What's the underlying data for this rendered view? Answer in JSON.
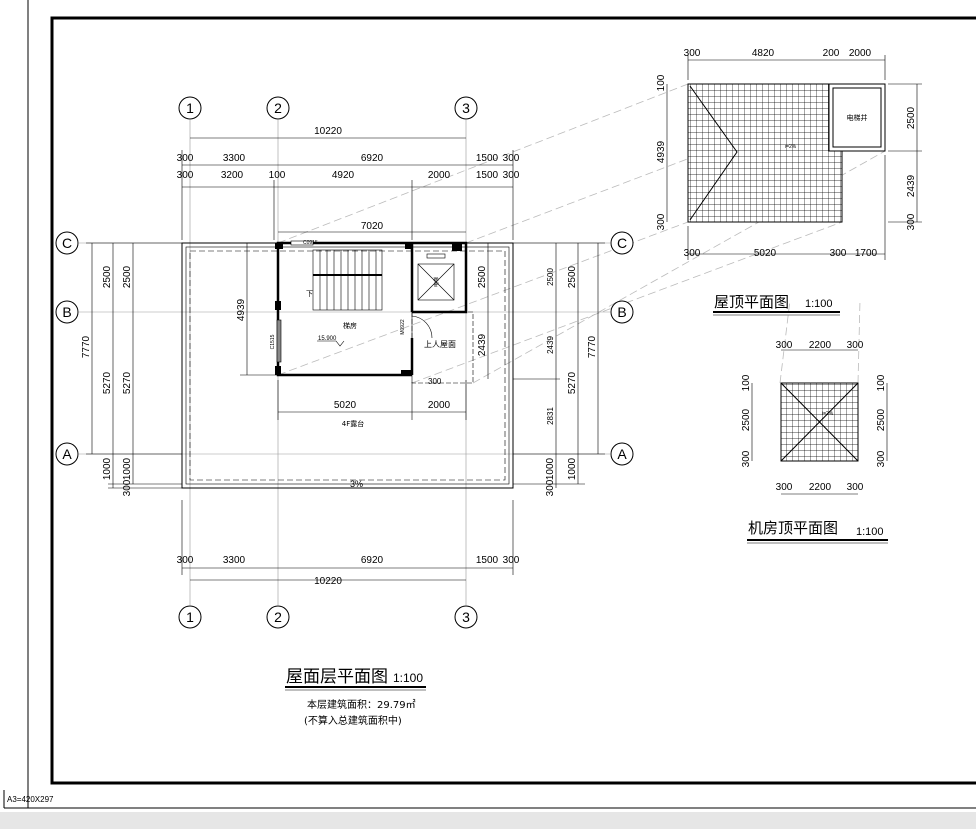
{
  "sheet_label": "A3=420X297",
  "main_plan": {
    "title": "屋面层平面图",
    "scale": "1:100",
    "area_note": "本层建筑面积：29.79㎡",
    "area_note2": "(不算入总建筑面积中)",
    "axes": {
      "a1": "1",
      "a2": "2",
      "a3": "3",
      "A": "A",
      "B": "B",
      "C": "C"
    },
    "dims_top_total": "10220",
    "dims_top_row1": [
      "300",
      "3300",
      "6920",
      "1500",
      "300"
    ],
    "dims_top_row2": [
      "300",
      "3200",
      "100",
      "4920",
      "2000",
      "1500",
      "300"
    ],
    "dim_7020": "7020",
    "dims_left_outer": "7770",
    "dims_left": [
      "2500",
      "5270",
      "1000",
      "300"
    ],
    "dims_left2": [
      "2500",
      "5270",
      "1000"
    ],
    "dims_right": [
      "2500",
      "2439",
      "2831",
      "1000",
      "300"
    ],
    "dims_right2": [
      "2500",
      "5270",
      "1000"
    ],
    "dims_right_outer": "7770",
    "dim_4939": "4939",
    "dim_inner_2500": "2500",
    "dim_inner_2439": "2439",
    "dim_inner_300": "300",
    "dims_inner_bottom": [
      "5020",
      "2000"
    ],
    "dims_bottom_row": [
      "300",
      "3300",
      "6920",
      "1500",
      "300"
    ],
    "dims_bottom_total": "10220",
    "rooms": {
      "stair": "梯房",
      "accessible_roof": "上人屋面",
      "terrace": "4F露台",
      "down": "下",
      "elevation": "15.900",
      "window_top": "C0915",
      "window_left": "C1515",
      "door": "M0922",
      "lift": "电梯",
      "slope": "3%"
    }
  },
  "roof_plan": {
    "title": "屋顶平面图",
    "scale": "1:100",
    "elevator_shaft": "电梯井",
    "dims_top": [
      "300",
      "4820",
      "200",
      "2000"
    ],
    "dims_bottom": [
      "300",
      "5020",
      "300",
      "1700"
    ],
    "dims_left": [
      "100",
      "4939",
      "300"
    ],
    "dims_right": [
      "2500",
      "2439",
      "300"
    ],
    "slope": "i=2%"
  },
  "machine_roof_plan": {
    "title": "机房顶平面图",
    "scale": "1:100",
    "dims_top": [
      "300",
      "2200",
      "300"
    ],
    "dims_bottom": [
      "300",
      "2200",
      "300"
    ],
    "dims_left": [
      "100",
      "2500",
      "300"
    ],
    "dims_right": [
      "100",
      "2500",
      "300"
    ],
    "slope": "i=2%"
  }
}
